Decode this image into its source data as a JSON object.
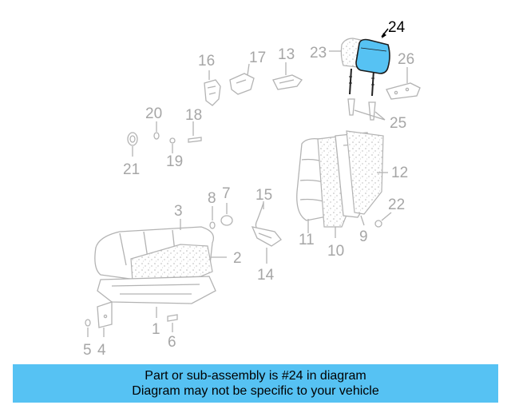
{
  "diagram": {
    "highlight_color": "#56c2f3",
    "highlighted_part": "24",
    "callouts": {
      "c1": "1",
      "c2": "2",
      "c3": "3",
      "c4": "4",
      "c5": "5",
      "c6": "6",
      "c7": "7",
      "c8": "8",
      "c9": "9",
      "c10": "10",
      "c11": "11",
      "c12": "12",
      "c13": "13",
      "c14": "14",
      "c15": "15",
      "c16": "16",
      "c17": "17",
      "c18": "18",
      "c19": "19",
      "c20": "20",
      "c21": "21",
      "c22": "22",
      "c23": "23",
      "c24": "24",
      "c25": "25",
      "c26": "26"
    }
  },
  "banner": {
    "color": "#56c2f3",
    "line1": "Part or sub-assembly is #24 in diagram",
    "line2": "Diagram may not be specific to your vehicle"
  }
}
